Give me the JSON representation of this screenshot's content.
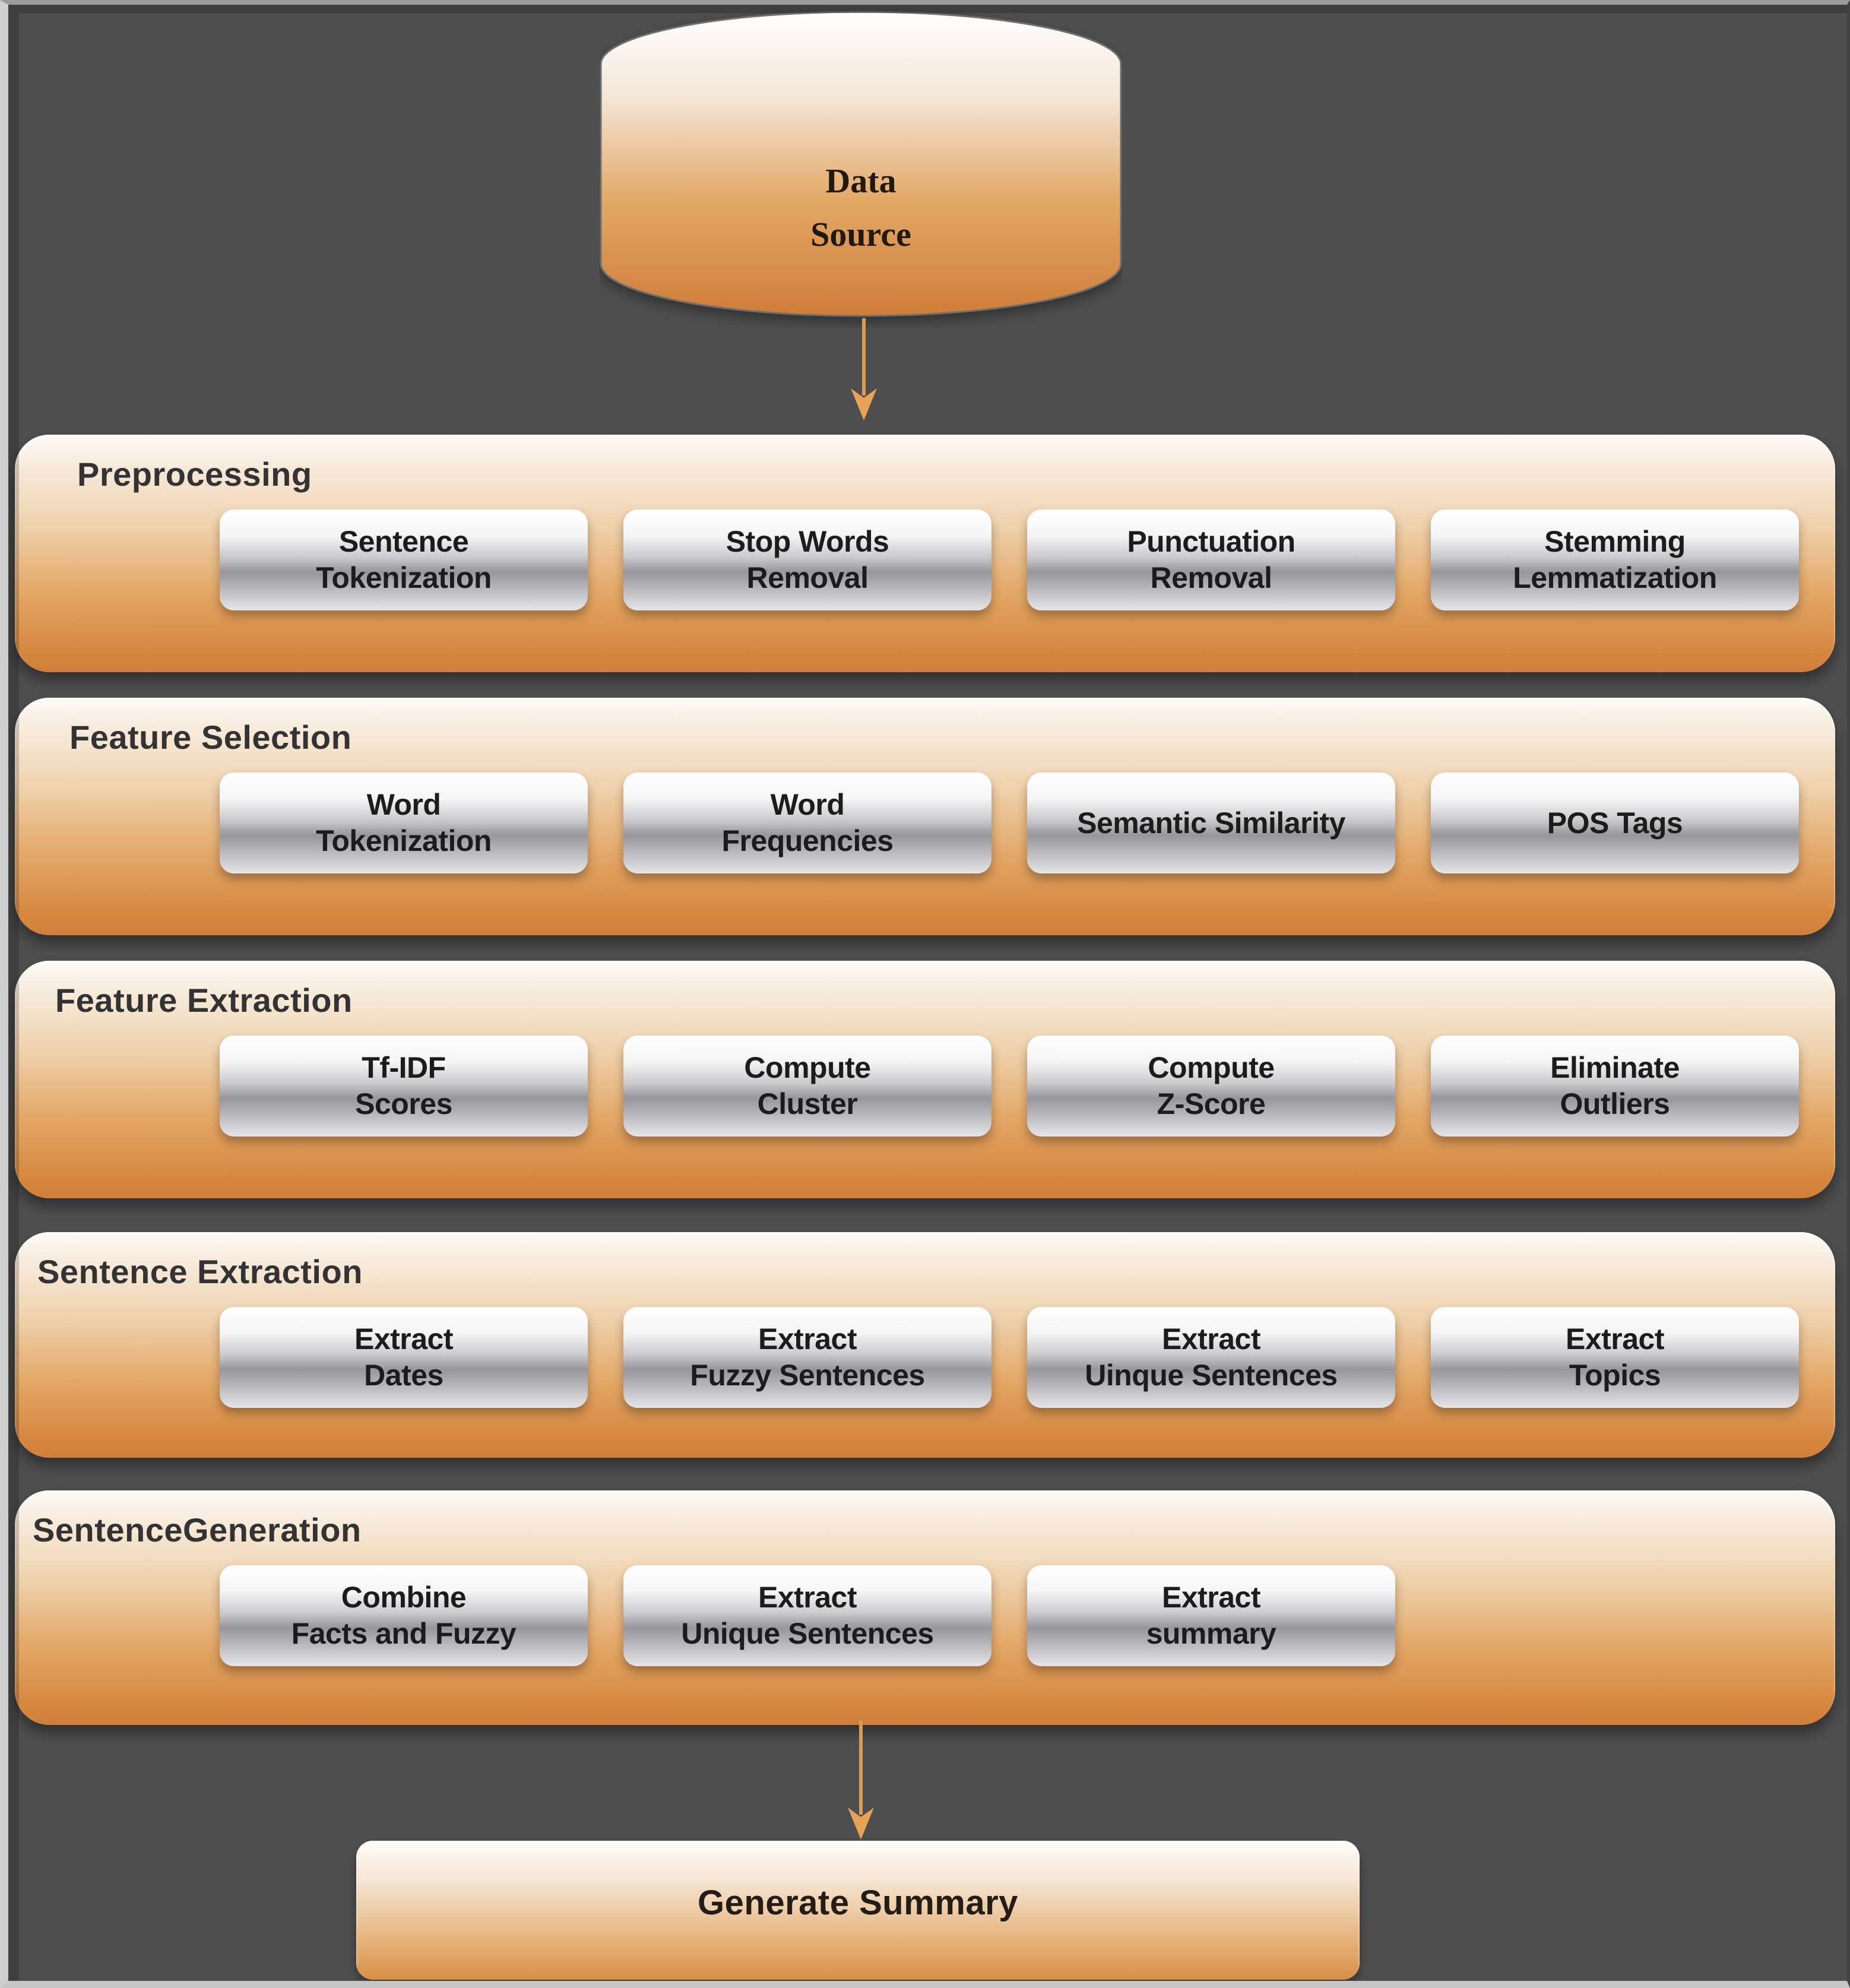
{
  "diagram": {
    "source": {
      "line1": "Data",
      "line2": "Source"
    },
    "sections": [
      {
        "title": "Preprocessing",
        "buttons": [
          "Sentence\nTokenization",
          "Stop Words\nRemoval",
          "Punctuation\nRemoval",
          "Stemming\nLemmatization"
        ]
      },
      {
        "title": "Feature Selection",
        "buttons": [
          "Word\nTokenization",
          "Word\nFrequencies",
          "Semantic Similarity",
          "POS Tags"
        ]
      },
      {
        "title": "Feature Extraction",
        "buttons": [
          "Tf-IDF\nScores",
          "Compute\nCluster",
          "Compute\nZ-Score",
          "Eliminate\nOutliers"
        ]
      },
      {
        "title": "Sentence Extraction",
        "buttons": [
          "Extract\nDates",
          "Extract\nFuzzy Sentences",
          "Extract\nUinque Sentences",
          "Extract\nTopics"
        ]
      },
      {
        "title": "SentenceGeneration",
        "buttons": [
          "Combine\nFacts and Fuzzy",
          "Extract\nUnique Sentences",
          "Extract\nsummary"
        ]
      }
    ],
    "final_label": "Generate Summary",
    "colors": {
      "background": "#4e4e4e",
      "section_orange": "#d2823c",
      "section_cream": "#fdfbf8",
      "button_silver": "#97979b",
      "arrow_orange": "#e0994e",
      "text_dark": "#1c1c1c"
    }
  }
}
